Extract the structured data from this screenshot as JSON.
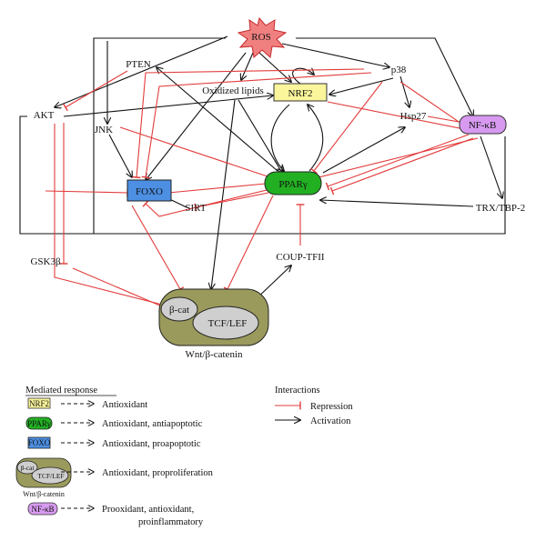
{
  "nodes": {
    "ros": "ROS",
    "pten": "PTEN",
    "oxidized_lipids": "Oxidized lipids",
    "nrf2": "NRF2",
    "p38": "p38",
    "hsp27": "Hsp27",
    "nfkb": "NF-κB",
    "akt": "AKT",
    "jnk": "JNK",
    "foxo": "FOXO",
    "ppar": "PPARγ",
    "sirt": "SIRT",
    "trx": "TRX/TBP-2",
    "gsk3b": "GSK3β",
    "couptfii": "COUP-TFII",
    "bcat": "β-cat",
    "tcflef": "TCF/LEF",
    "wnt": "Wnt/β-catenin"
  },
  "colors": {
    "ros_fill": "#f08080",
    "nrf2_fill": "#fbf59b",
    "ppar_fill": "#22b022",
    "foxo_fill": "#4d8fe3",
    "nfkb_fill": "#d79af0",
    "wnt_fill": "#9a9a5c",
    "repression": "#e23b3b",
    "activation": "#111111"
  },
  "legend": {
    "mediated_title": "Mediated response",
    "items": [
      {
        "swatch": "NRF2",
        "text": "Antioxidant"
      },
      {
        "swatch": "PPARγ",
        "text": "Antioxidant, antiapoptotic"
      },
      {
        "swatch": "FOXO",
        "text": "Antioxidant, proapoptotic"
      },
      {
        "swatch_a": "β-cat",
        "swatch_b": "TCF/LEF",
        "caption": "Wnt/β-catenin",
        "text": "Antioxidant, proproliferation"
      },
      {
        "swatch": "NF-κB",
        "text": "Prooxidant, antioxidant,",
        "text2": "proinflammatory"
      }
    ],
    "interactions_title": "Interactions",
    "repression": "Repression",
    "activation": "Activation"
  }
}
